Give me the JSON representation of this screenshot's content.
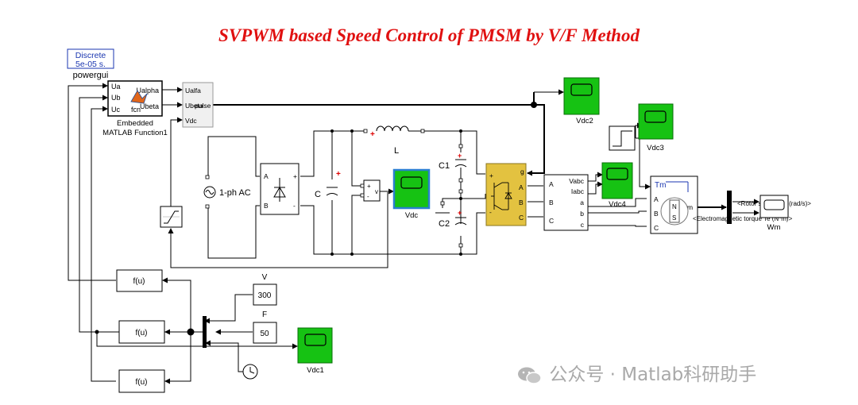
{
  "title": "SVPWM based Speed Control of PMSM by V/F Method",
  "powergui": {
    "line1": "Discrete",
    "line2": "5e-05 s.",
    "name": "powergui"
  },
  "matlab_fn": {
    "ports_in": [
      "Ua",
      "Ub",
      "Uc"
    ],
    "ports_out": [
      "Ualpha",
      "Ubeta"
    ],
    "icon": "fcn",
    "name_line1": "Embedded",
    "name_line2": "MATLAB Function1"
  },
  "svpwm": {
    "ports_in": [
      "Ualfa",
      "Ubeta",
      "Vdc"
    ],
    "out": "pulse"
  },
  "rectifier": {
    "ports": [
      "A",
      "B",
      "+",
      "-"
    ]
  },
  "source": {
    "label": "1-ph AC"
  },
  "cap_c": "C",
  "inductor": "L",
  "caps": [
    "C1",
    "C2"
  ],
  "vmeter": {
    "plus": "+",
    "minus": "-",
    "out": "v"
  },
  "inverter": {
    "ports": [
      "g",
      "A",
      "B",
      "C",
      "+",
      "-"
    ]
  },
  "vimeas": {
    "left": [
      "A",
      "B",
      "C"
    ],
    "right": [
      "Vabc",
      "Iabc",
      "a",
      "b",
      "c"
    ]
  },
  "pmsm": {
    "ports": [
      "Tm",
      "A",
      "B",
      "C",
      "m"
    ],
    "letters": [
      "N",
      "S"
    ]
  },
  "signals": {
    "speed": "<Rotor speed wm (rad/s)>",
    "torque": "<Electromagnetic torque Te (N*m)>"
  },
  "scopes": {
    "vdc": "Vdc",
    "vdc1": "Vdc1",
    "vdc2": "Vdc2",
    "vdc3": "Vdc3",
    "vdc4": "Vdc4",
    "wm": "Wm"
  },
  "fcn_label": "f(u)",
  "consts": {
    "v_name": "V",
    "v_value": "300",
    "f_name": "F",
    "f_value": "50"
  },
  "watermark": "公众号 · Matlab科研助手"
}
